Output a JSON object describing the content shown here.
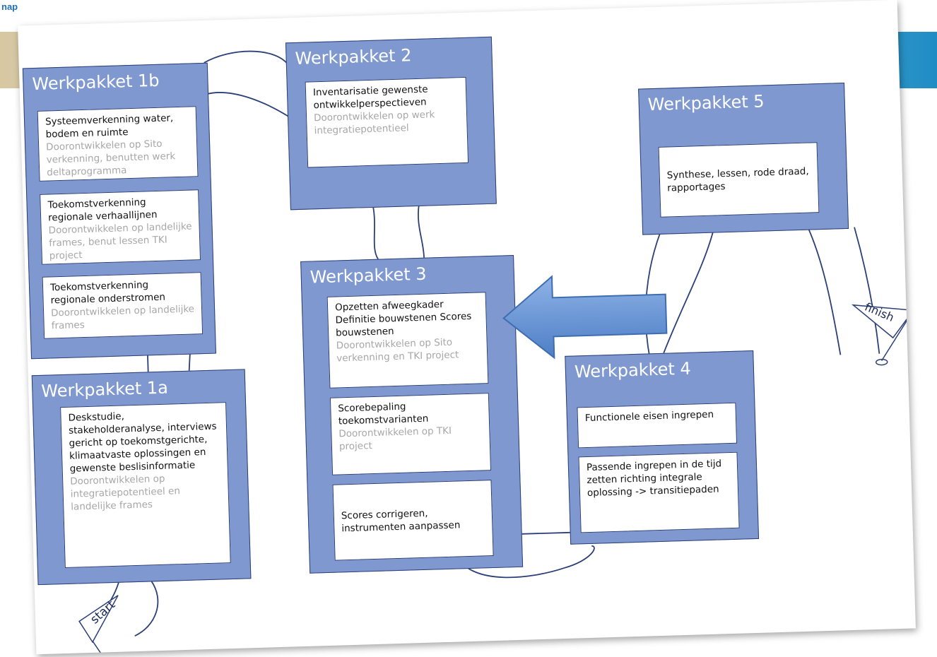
{
  "header": {
    "logo_text": "nap"
  },
  "packages": {
    "wp1b": {
      "title": "Werkpakket 1b",
      "tasks": [
        {
          "main": "Systeemverkenning water, bodem en ruimte",
          "sub": "Doorontwikkelen op Sito verkenning, benutten werk deltaprogramma"
        },
        {
          "main": "Toekomstverkenning regionale verhaallijnen",
          "sub": "Doorontwikkelen op landelijke frames, benut lessen TKI project"
        },
        {
          "main": "Toekomstverkenning regionale onderstromen",
          "sub": "Doorontwikkelen op landelijke frames"
        }
      ]
    },
    "wp1a": {
      "title": "Werkpakket 1a",
      "tasks": [
        {
          "main": "Deskstudie, stakeholderanalyse, interviews gericht op toekomstgerichte, klimaatvaste oplossingen en gewenste beslisinformatie",
          "sub": "Doorontwikkelen op integratiepotentieel en landelijke frames"
        }
      ]
    },
    "wp2": {
      "title": "Werkpakket 2",
      "tasks": [
        {
          "main": "Inventarisatie gewenste ontwikkelperspectieven",
          "sub": "Doorontwikkelen op werk integratiepotentieel"
        }
      ]
    },
    "wp3": {
      "title": "Werkpakket 3",
      "tasks": [
        {
          "main": "Opzetten afweegkader Definitie bouwstenen Scores bouwstenen",
          "sub": "Doorontwikkelen op Sito verkenning en TKI project"
        },
        {
          "main": "Scorebepaling toekomstvarianten",
          "sub": "Doorontwikkelen op TKI project"
        },
        {
          "main": "Scores corrigeren, instrumenten aanpassen",
          "sub": ""
        }
      ]
    },
    "wp4": {
      "title": "Werkpakket 4",
      "tasks": [
        {
          "main": "Functionele eisen ingrepen",
          "sub": ""
        },
        {
          "main": "Passende ingrepen in de tijd zetten richting integrale oplossing -> transitiepaden",
          "sub": ""
        }
      ]
    },
    "wp5": {
      "title": "Werkpakket 5",
      "tasks": [
        {
          "main": "Synthese, lessen, rode draad, rapportages",
          "sub": ""
        }
      ]
    }
  },
  "flags": {
    "start": "start",
    "finish": "finish"
  },
  "colors": {
    "package_fill": "#7f98cf",
    "package_border": "#2b3f78",
    "arrow_fill": "#5b8fd1",
    "muted_text": "#a7a7a7"
  }
}
